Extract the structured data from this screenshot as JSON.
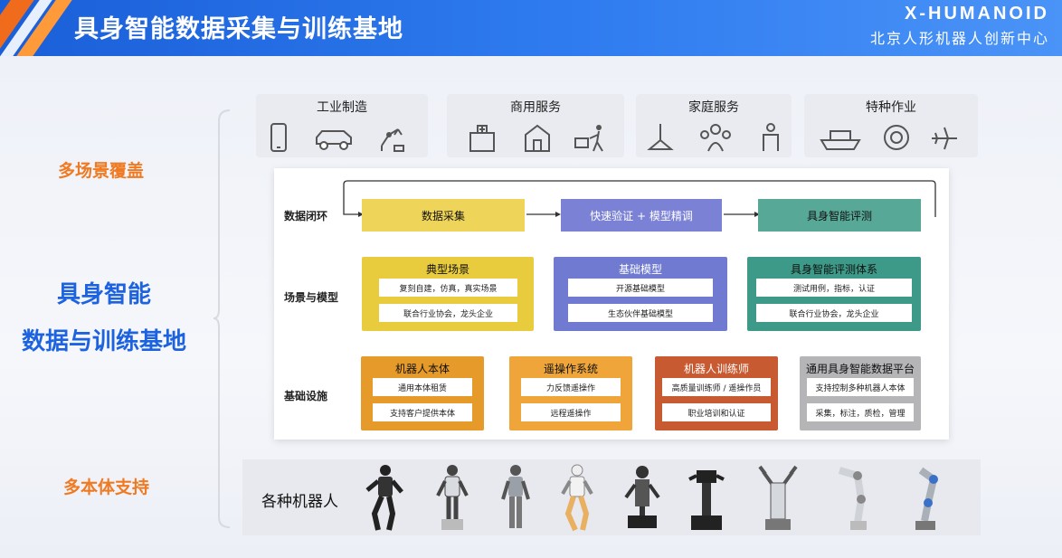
{
  "header": {
    "title": "具身智能数据采集与训练基地",
    "brand_logo": "X-HUMANOID",
    "brand_sub": "北京人形机器人创新中心"
  },
  "left": {
    "multi_scene": "多场景覆盖",
    "main_line1": "具身智能",
    "main_line2": "数据与训练基地",
    "multi_body": "多本体支持"
  },
  "scenarios": [
    {
      "title": "工业制造",
      "icons": [
        "phone-icon",
        "car-icon",
        "robot-arm-icon"
      ]
    },
    {
      "title": "商用服务",
      "icons": [
        "hospital-icon",
        "store-icon",
        "cart-worker-icon"
      ]
    },
    {
      "title": "家庭服务",
      "icons": [
        "ceiling-lamp-icon",
        "family-icon",
        "elder-icon"
      ]
    },
    {
      "title": "特种作业",
      "icons": [
        "ship-icon",
        "lifebuoy-icon",
        "airplane-icon"
      ]
    }
  ],
  "rows": {
    "data_loop": "数据闭环",
    "scene_model": "场景与模型",
    "infra": "基础设施"
  },
  "flow": [
    "数据采集",
    "快速验证 + 模型精调",
    "具身智能评测"
  ],
  "scene_groups": [
    {
      "title": "典型场景",
      "items": [
        "复刻自建，仿真，真实场景",
        "联合行业协会，龙头企业"
      ],
      "color": "#e8cc3e"
    },
    {
      "title": "基础模型",
      "items": [
        "开源基础模型",
        "生态伙伴基础模型"
      ],
      "color": "#6f7ad0"
    },
    {
      "title": "具身智能评测体系",
      "items": [
        "测试用例，指标，认证",
        "联合行业协会，龙头企业"
      ],
      "color": "#3e9a88"
    }
  ],
  "infra_groups": [
    {
      "title": "机器人本体",
      "items": [
        "通用本体租赁",
        "支持客户提供本体"
      ],
      "color": "#e69a2a"
    },
    {
      "title": "遥操作系统",
      "items": [
        "力反馈遥操作",
        "远程遥操作"
      ],
      "color": "#f0a53a"
    },
    {
      "title": "机器人训练师",
      "items": [
        "高质量训练师 / 遥操作员",
        "职业培训和认证"
      ],
      "color": "#c85a32"
    },
    {
      "title": "通用具身智能数据平台",
      "items": [
        "支持控制多种机器人本体",
        "采集，标注，质检，管理"
      ],
      "color": "#b5b5b8"
    }
  ],
  "robots": {
    "label": "各种机器人",
    "items": [
      "humanoid-robot-1",
      "humanoid-robot-2",
      "humanoid-robot-3",
      "humanoid-robot-4",
      "wheeled-robot",
      "mobile-manipulator",
      "dual-arm-robot",
      "robot-arm-1",
      "robot-arm-2"
    ]
  }
}
